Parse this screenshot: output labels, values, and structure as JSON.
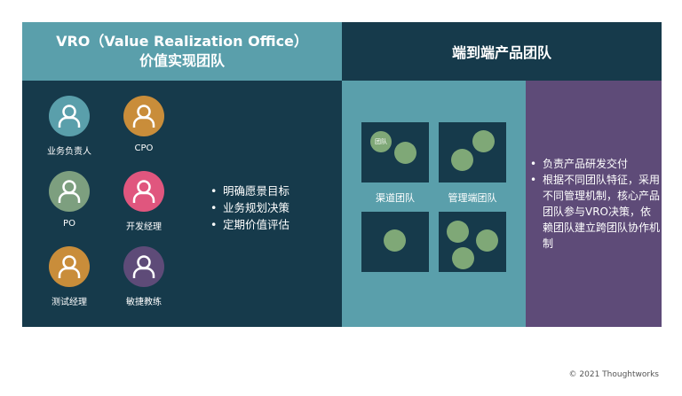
{
  "vro": {
    "title_line1": "VRO（Value Realization Office）",
    "title_line2": "价值实现团队",
    "roles": [
      {
        "label": "业务负责人",
        "color": "#5a9fab"
      },
      {
        "label": "CPO",
        "color": "#c98d3a"
      },
      {
        "label": "PO",
        "color": "#7d9f7f"
      },
      {
        "label": "开发经理",
        "color": "#e0567e"
      },
      {
        "label": "测试经理",
        "color": "#c98d3a"
      },
      {
        "label": "敏捷教练",
        "color": "#5e4b78"
      }
    ],
    "bullets": [
      "明确愿景目标",
      "业务规划决策",
      "定期价值评估"
    ]
  },
  "e2e": {
    "title": "端到端产品团队",
    "team_badge": "团队",
    "teams": [
      {
        "label": "渠道团队"
      },
      {
        "label": "管理端团队"
      }
    ],
    "bullets": [
      "负责产品研发交付",
      "根据不同团队特征，采用不同管理机制，核心产品团队参与VRO决策，依赖团队建立跨团队协作机制"
    ]
  },
  "colors": {
    "teal": "#5a9fab",
    "navy": "#163a4b",
    "purple": "#5e4b78",
    "dot_green": "#7fa877"
  },
  "footer": "© 2021 Thoughtworks"
}
